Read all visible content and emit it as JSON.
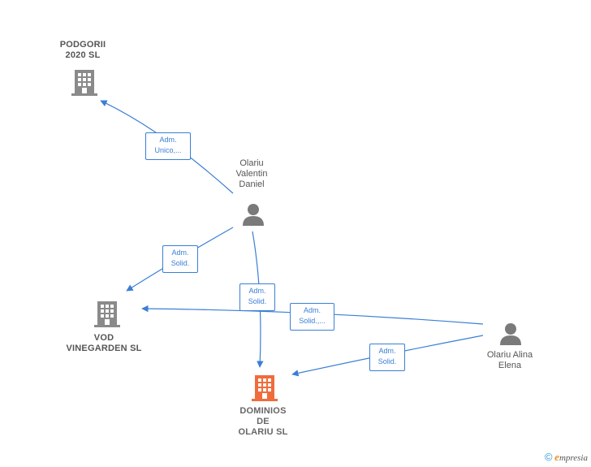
{
  "colors": {
    "edge": "#3a7fd5",
    "company_icon": "#8a8a8a",
    "focus_icon": "#f06c3c",
    "person_icon": "#7a7a7a"
  },
  "nodes": {
    "podgorii": {
      "label": "PODGORII\n2020  SL",
      "type": "company"
    },
    "vod": {
      "label": "VOD\nVINEGARDEN SL",
      "type": "company"
    },
    "dominios": {
      "label": "DOMINIOS\nDE\nOLARIU  SL",
      "type": "company-focus"
    },
    "olariu_valentin": {
      "label": "Olariu\nValentin\nDaniel",
      "type": "person"
    },
    "olariu_alina": {
      "label": "Olariu Alina\nElena",
      "type": "person"
    }
  },
  "edges": {
    "e1": {
      "label": "Adm.\nUnico,..."
    },
    "e2": {
      "label": "Adm.\nSolid."
    },
    "e3": {
      "label": "Adm.\nSolid."
    },
    "e4": {
      "label": "Adm.\nSolid.,..."
    },
    "e5": {
      "label": "Adm.\nSolid."
    }
  },
  "footer": {
    "copyright": "©",
    "brand_initial": "e",
    "brand_rest": "mpresia"
  }
}
